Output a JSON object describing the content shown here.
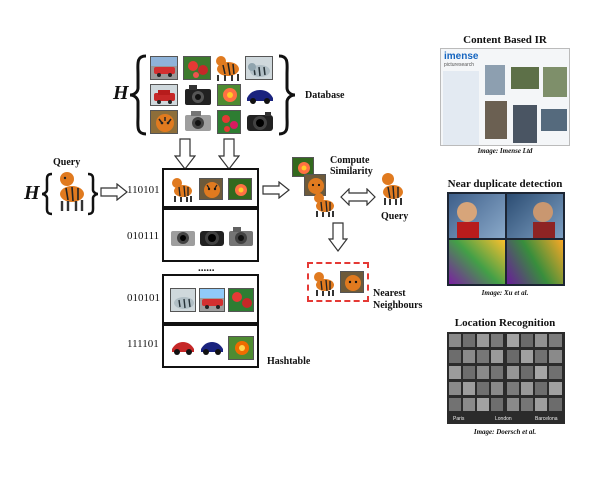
{
  "labels": {
    "hash_symbol": "H",
    "database": "Database",
    "query": "Query",
    "compute_similarity_1": "Compute",
    "compute_similarity_2": "Similarity",
    "query_right": "Query",
    "nearest_1": "Nearest",
    "nearest_2": "Neighbours",
    "hashtable": "Hashtable",
    "dots": "......"
  },
  "buckets": [
    {
      "code": "110101"
    },
    {
      "code": "010111"
    },
    {
      "code": "010101"
    },
    {
      "code": "111101"
    }
  ],
  "panels": {
    "cbir": {
      "title": "Content Based IR",
      "caption": "Image: Imense Ltd",
      "logo": "imense",
      "logo_sub": "picturesearch"
    },
    "duplicate": {
      "title": "Near duplicate detection",
      "caption": "Image: Xu et al."
    },
    "location": {
      "title": "Location Recognition",
      "caption": "Image: Doersch et al.",
      "cities": [
        "Paris",
        "London",
        "Barcelona"
      ]
    }
  },
  "icons": {
    "tiger": "tiger-photo",
    "car": "red-car-photo",
    "camera": "camera-photo",
    "flower": "flower-photo",
    "tiger_drawing": "tiger-drawing"
  },
  "colors": {
    "nn_box_border": "#e53935",
    "car_red": "#d32f2f",
    "flower_red": "#e53935",
    "tiger_orange": "#e07a1f"
  }
}
